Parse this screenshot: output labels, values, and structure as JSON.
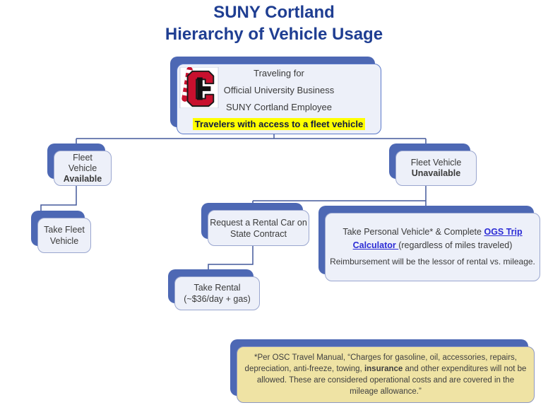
{
  "title": {
    "line1": "SUNY Cortland",
    "line2": "Hierarchy of Vehicle Usage"
  },
  "colors": {
    "title_text": "#1f3e92",
    "shadow_blue": "#4d68b4",
    "box_fill": "#edf0f9",
    "box_border": "#9aa6cf",
    "connector": "#44599b",
    "highlight_bg": "#ffff00",
    "link_blue": "#2b2bd5",
    "note_fill": "#efe3a4",
    "logo_red": "#c8102e"
  },
  "logo": {
    "name": "suny-cortland-c-logo"
  },
  "nodes": {
    "root": {
      "line1": "Traveling for",
      "line2": "Official University Business",
      "line3": "SUNY Cortland Employee",
      "highlight": "Travelers with access to a fleet vehicle"
    },
    "fleet_available": {
      "line1": "Fleet",
      "line2": "Vehicle",
      "line3": "Available"
    },
    "take_fleet": {
      "line1": "Take Fleet",
      "line2": "Vehicle"
    },
    "fleet_unavailable": {
      "line1": "Fleet Vehicle",
      "line2": "Unavailable"
    },
    "request_rental": {
      "line1": "Request a Rental Car on",
      "line2": "State Contract"
    },
    "personal_vehicle": {
      "before_link": "Take Personal Vehicle* & Complete ",
      "link": "OGS Trip Calculator ",
      "after_link": "(regardless of miles traveled)",
      "line2": "Reimbursement will be the lessor of rental vs. mileage."
    },
    "take_rental": {
      "line1": "Take Rental",
      "line2": "(~$36/day + gas)"
    },
    "note": {
      "before_bold": "*Per OSC Travel Manual, “Charges for gasoline, oil, accessories, repairs, depreciation, anti-freeze, towing, ",
      "bold": "insurance",
      "after_bold": " and other expenditures will not be allowed. These are considered operational costs and are covered in the mileage allowance.”"
    }
  }
}
